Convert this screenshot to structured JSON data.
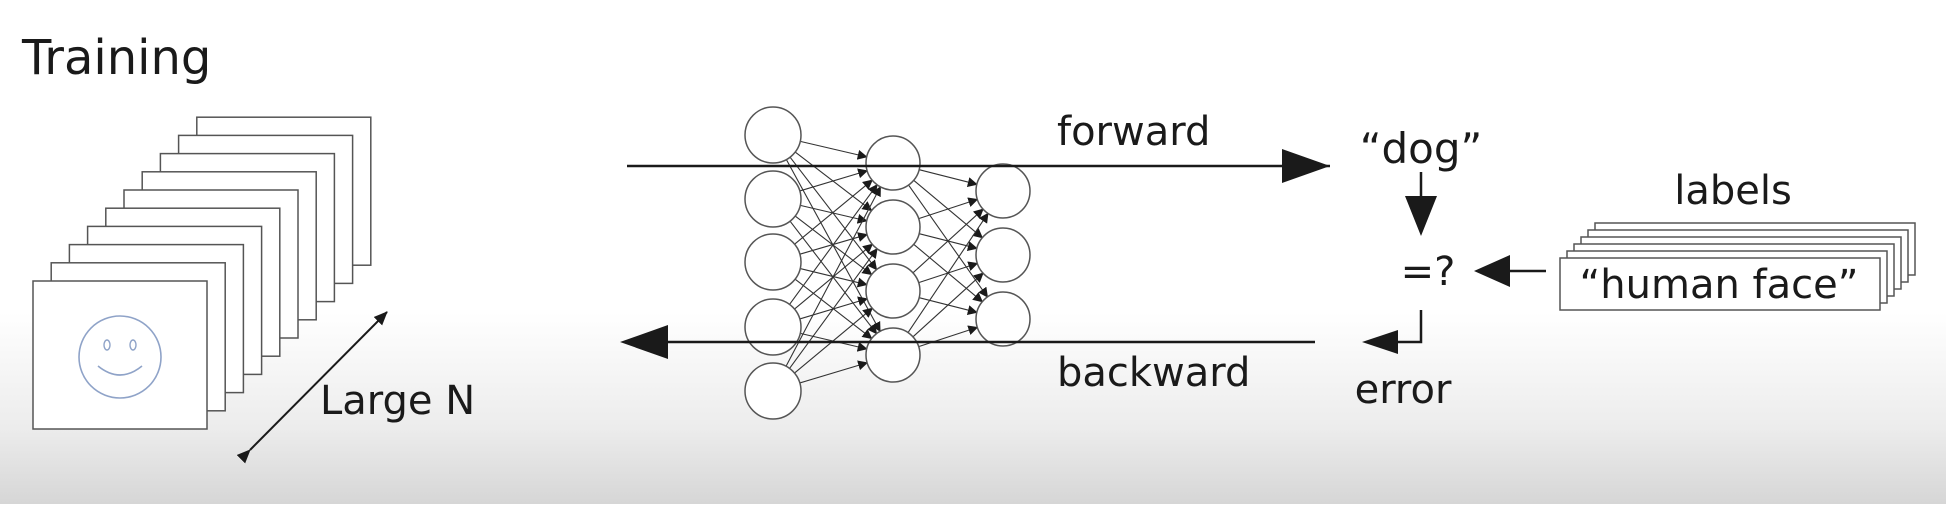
{
  "title": "Training",
  "dataset": {
    "label": "Large N"
  },
  "flow": {
    "forward_label": "forward",
    "backward_label": "backward",
    "prediction": "“dog”",
    "compare": "=?",
    "error_label": "error"
  },
  "labels": {
    "heading": "labels",
    "example": "“human face”"
  },
  "network": {
    "layer_sizes": [
      5,
      4,
      3
    ]
  },
  "colors": {
    "ink": "#1a1a1a",
    "stroke": "#555555",
    "smiley": "#8fa3c8"
  }
}
